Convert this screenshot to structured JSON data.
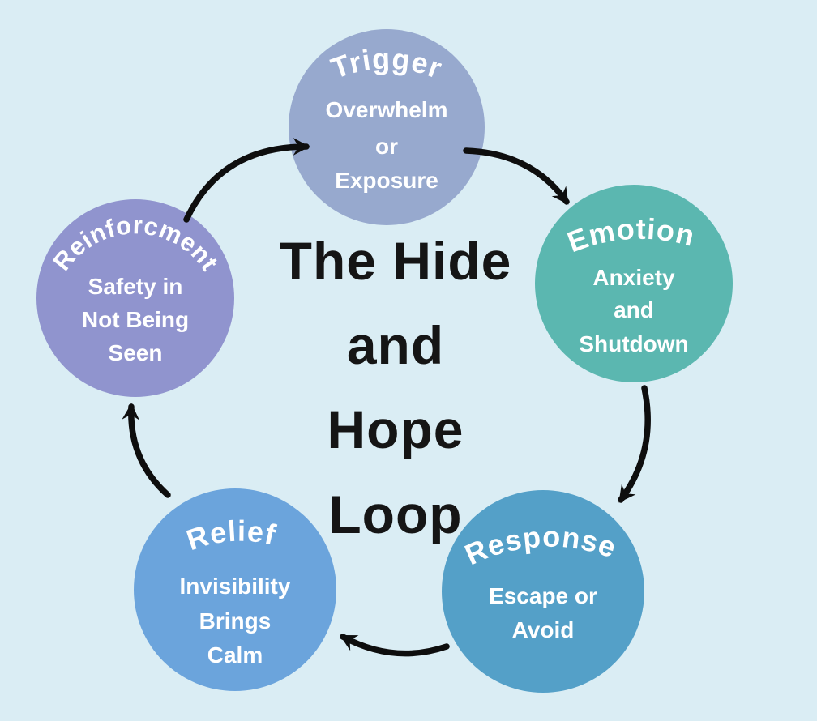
{
  "diagram": {
    "title_lines": [
      "The Hide",
      "and",
      "Hope",
      "Loop"
    ]
  },
  "colors": {
    "background": "#daedf4",
    "title_text": "#151515",
    "arrow": "#0e0e0e",
    "node_text": "#ffffff"
  },
  "nodes": [
    {
      "id": "trigger",
      "label": "Trigger",
      "lines": [
        "Overwhelm",
        "or",
        "Exposure"
      ],
      "color": "#97a9ce"
    },
    {
      "id": "emotion",
      "label": "Emotion",
      "lines": [
        "Anxiety",
        "and",
        "Shutdown"
      ],
      "color": "#5bb7b0"
    },
    {
      "id": "response",
      "label": "Response",
      "lines": [
        "Escape or",
        "Avoid"
      ],
      "color": "#54a0c8"
    },
    {
      "id": "relief",
      "label": "Relief",
      "lines": [
        "Invisibility",
        "Brings",
        "Calm"
      ],
      "color": "#6ba4dc"
    },
    {
      "id": "reinforcement",
      "label": "Reinforcment",
      "lines": [
        "Safety in",
        "Not Being",
        "Seen"
      ],
      "color": "#9094ce"
    }
  ]
}
